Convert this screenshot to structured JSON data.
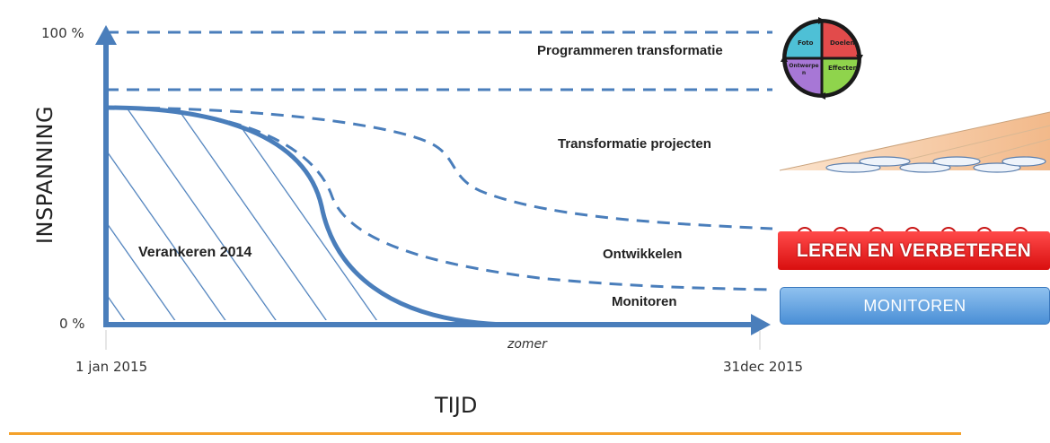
{
  "y_axis": {
    "label": "INSPANNING",
    "top": "100 %",
    "bottom": "0 %"
  },
  "x_axis": {
    "label": "TIJD",
    "start": "1 jan 2015",
    "end": "31dec 2015",
    "mid": "zomer"
  },
  "bands": {
    "programmeren": "Programmeren transformatie",
    "transformatie": "Transformatie projecten",
    "ontwikkelen": "Ontwikkelen",
    "monitoren": "Monitoren",
    "verankeren": "Verankeren 2014"
  },
  "buttons": {
    "leren": "LEREN EN VERBETEREN",
    "monitoren": "MONITOREN"
  },
  "cycle": {
    "q1": "Foto",
    "q2": "Doelen",
    "q3": "Ontwerpe n",
    "q4": "Effecten"
  },
  "colors": {
    "axis": "#4a7ebb",
    "accent": "#f4a12a",
    "red": "#e21b1b",
    "blue": "#5b9bd5"
  }
}
